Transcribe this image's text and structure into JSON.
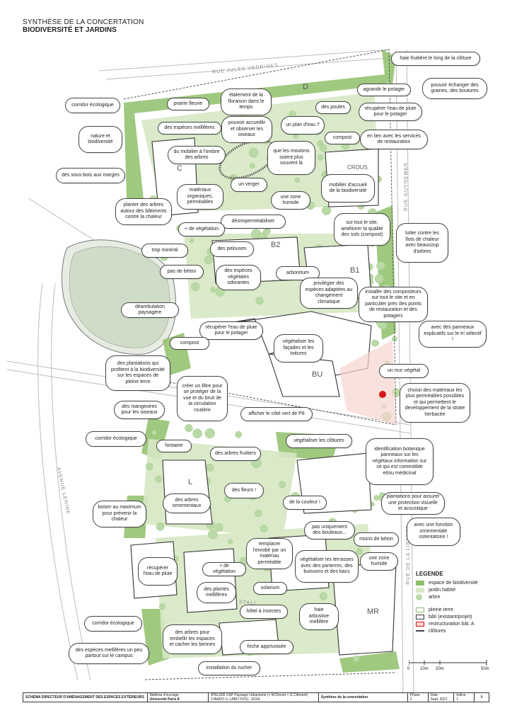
{
  "header": {
    "line1": "SYNTHÈSE DE LA CONCERTATION",
    "line2": "BIODIVERSITÉ ET JARDINS"
  },
  "streets": {
    "rue_jules_vedrines": "RUE JULES VEDRINES",
    "rue_guynemer": "RUE GUYNEMER",
    "avenue_lenine": "AVENUE LENINE",
    "rue_liberte": "RUE DE LA LIBERTÉ",
    "stalingrad": "STALI"
  },
  "zones": {
    "d": "D",
    "c": "C",
    "crous": "CROUS",
    "b2": "B2",
    "b1": "B1",
    "bu": "BU",
    "l": "L",
    "mr": "MR"
  },
  "bubbles": {
    "haie_fruitiere": "haie fruitière le long de la clôture",
    "pouvoir_echanger": "pouvoir échanger des graines, des boutures",
    "agrandir_potager": "agrandir le potager",
    "recuperer_eau_potager_1": "récupérer l'eau de pluie pour le potager",
    "des_poules": "des poules",
    "etalement_floraison": "étalement de la floraison dans le temps",
    "prairie_fleurie": "prairie fleurie",
    "corridor_ecologique_1": "corridor écologique",
    "nature_biodiversite": "nature et biodiversité",
    "especes_melliferes_1": "des espèces mellifères",
    "pouvoir_accueillir": "pouvoir accueillir et observer les oiseaux",
    "plan_eau": "un plan d'eau ?",
    "compost_1": "compost",
    "lien_services": "en lien avec les services de restauration",
    "mobilier_ombre": "du mobilier à l'ombre des arbres",
    "moutons": "que les moutons soient plus souvent là",
    "sous_bois": "des sous-bois aux marges",
    "mobilier_accueil": "mobilier d'accueil de la biodiversité",
    "materiaux_organiques": "matériaux organiques, perméables",
    "un_verger": "un verger",
    "zone_humide_1": "une zone humide",
    "planter_arbres": "planter des arbres autour des bâtiments contre la chaleur",
    "desimpermeabiliser": "désimperméabiliser",
    "plus_vegetation_1": "+ de végétation",
    "ameliorer_sols": "sur tout le site, améliorer la qualité des sols (compost)",
    "lutter_chaleur": "lutter contre les îlots de chaleur avec beaucoup d'arbres",
    "trop_mineral": "trop minéral",
    "des_pelouses": "des pelouses",
    "pas_beton": "pas de béton",
    "especes_odorantes": "des espèces végétales odorantes",
    "arboretum": "arboretum",
    "especes_adaptees": "privilégier des espèces adaptées au changement climatique",
    "installer_composteurs": "installer des composteurs sur tout le site et en particulier près des points de restauration et des potagers",
    "deambulation": "déambulation paysagère",
    "recuperer_eau_potager_2": "récupérer l'eau de pluie pour le potager",
    "panneaux_tri": "avec des panneaux explicatifs sur le tri sélectif !",
    "compost_2": "compost",
    "vegetaliser_facades": "végétaliser les façades et les toitures",
    "mur_vegetal": "un mur végétal",
    "plantations_pleine_terre": "des plantations qui profitent à la biodiversité sur les espaces de pleine terre",
    "filtre_route": "créer un filtre pour se protéger de la vue et du bruit de la circulation routière",
    "materiaux_permeables": "choisir des matériaux les plus perméables possibles et qui permettent le developpement de la strate herbacée",
    "mangeoires": "des mangeoires pour les oiseaux",
    "cote_vert": "afficher le côté vert de P8",
    "corridor_ecologique_2": "corridor écologique",
    "vegetaliser_clotures": "végétaliser les clôtures",
    "fontaine": "fontaine",
    "arbres_fruitiers": "des arbres fruitiers",
    "identification_botanique": "identification botanique panneaux sur les végétaux information sur ce qui est comestible et/ou médicinal",
    "des_fleurs": "des fleurs !",
    "arbres_ornementaux": "des arbres ornementaux",
    "boiser": "boiser au maximum pour prévenir la chaleur",
    "de_la_couleur": "de la couleur !",
    "protection_visuelle": "plantations pour assurer une protection visuelle et acoustique",
    "fonction_ornementale": "avec une fonction ornementale ostentatoire !",
    "pas_bouleaux": "pas uniquement des bouleaux...",
    "remplacer_enrobe": "remplacer l'enrobé par un matériau perméable",
    "moins_beton": "moins de béton",
    "recuperer_eau_pluie": "récupérer l'eau de pluie",
    "plus_vegetation_2": "+ de végétation",
    "vegetaliser_terrasses": "végétaliser les terrasses avec des parterres, des buissons et des bacs",
    "zone_humide_2": "une zone humide",
    "plantes_melliferes": "des plantes mellifères",
    "solarium": "solarium",
    "hotel_insectes": "hôtel à insectes",
    "haie_arbustive": "haie arbustive mellifère",
    "corridor_ecologique_3": "corridor écologique",
    "arbres_embellir": "des arbres pour embellir les espaces et cacher les bennes",
    "especes_melliferes_2": "des espèces mellifères un peu partout sur le campus",
    "friche": "friche apprivoisée",
    "rucher": "installation du rucher"
  },
  "legend": {
    "title": "LEGENDE",
    "items": [
      {
        "label": "espace de biodiversité",
        "color": "#8fbf6a"
      },
      {
        "label": "jardin habité",
        "color": "#d6e8c4"
      },
      {
        "label": "arbre",
        "color": "#b9d9a6"
      },
      {
        "label": "pleine terre",
        "color": "#ffffff"
      },
      {
        "label": "bâti (existant/projet)",
        "color": "#ffffff"
      },
      {
        "label": "restructuration bât. A",
        "color": "#f6d6d0"
      },
      {
        "label": "clôtures",
        "color": "#444444"
      }
    ]
  },
  "scale": {
    "t0": "0",
    "t1": "10m",
    "t2": "20m",
    "t3": "50m"
  },
  "footer": {
    "schema": "SCHÉMA DIRECTEUR D'AMÉNAGEMENT DES ESPACES EXTÉRIEURS",
    "maitrise_label": "Maîtrise d'ouvrage",
    "maitrise_value": "Université Paris 8",
    "atelier": "ATELIER CAP Paysage Urbanisme (+ M.Drevet + G.Clément)",
    "ciaddo": "CIAADO (+ LABO DVS) - EGIS",
    "synthese": "Synthèse de la concertation",
    "phase_label": "Phase",
    "phase_value": "2",
    "date_label": "Date",
    "date_value": "Sept. 2021",
    "indice_label": "Indice",
    "indice_value": "1",
    "page": "8"
  },
  "colors": {
    "biodiversity": "#8fbf6a",
    "garden": "#d6e8c4",
    "tree": "#b9d9a6",
    "marker": "#d9151b"
  }
}
